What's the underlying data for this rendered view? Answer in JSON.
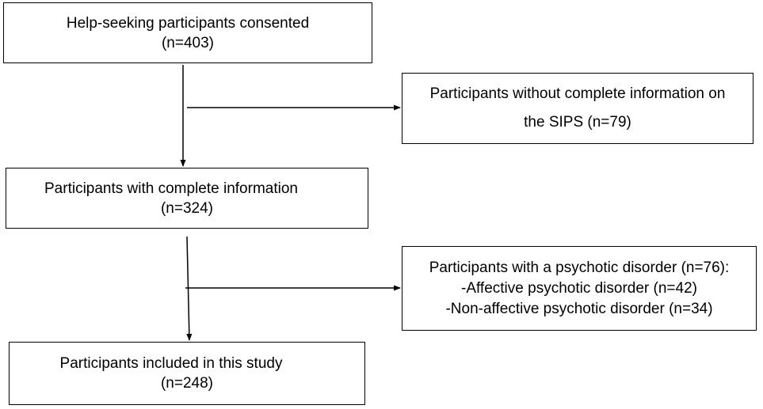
{
  "boxes": {
    "consented": {
      "line1": "Help-seeking participants consented",
      "line2": "(n=403)"
    },
    "excluded_sips": {
      "line1": "Participants without complete information on",
      "line2": "the SIPS (n=79)"
    },
    "complete_info": {
      "line1": "Participants with complete information",
      "line2": "(n=324)"
    },
    "psychotic": {
      "line1": "Participants with a psychotic disorder (n=76):",
      "line2": "-Affective psychotic disorder (n=42)",
      "line3": "-Non-affective psychotic disorder (n=34)"
    },
    "included": {
      "line1": "Participants included in this study",
      "line2": "(n=248)"
    }
  }
}
